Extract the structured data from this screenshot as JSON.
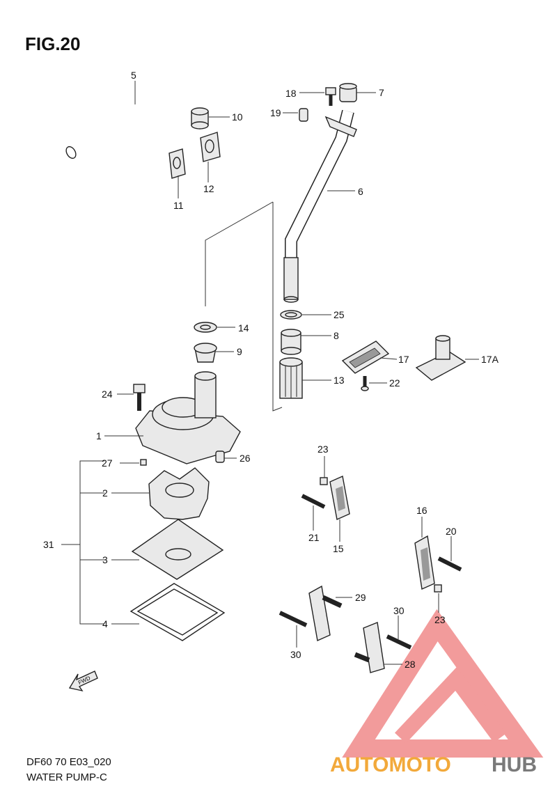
{
  "figure": {
    "title": "FIG.20"
  },
  "footer": {
    "model_code": "DF60 70 E03_020",
    "section_name": "WATER PUMP-C"
  },
  "fwd_arrow": {
    "text": "FWD"
  },
  "watermark": {
    "part_a": "AUTOMOTO",
    "part_b": "HUB",
    "color_a": "#f2a93b",
    "color_b": "#7a7a7a",
    "triangle_color": "#f08a8a"
  },
  "part_labels": {
    "p1": "1",
    "p2": "2",
    "p3": "3",
    "p4": "4",
    "p5": "5",
    "p6": "6",
    "p7": "7",
    "p8": "8",
    "p9": "9",
    "p10": "10",
    "p11": "11",
    "p12": "12",
    "p13": "13",
    "p14": "14",
    "p15": "15",
    "p16": "16",
    "p17": "17",
    "p17a": "17A",
    "p18": "18",
    "p19": "19",
    "p20": "20",
    "p21": "21",
    "p22": "22",
    "p23a": "23",
    "p23b": "23",
    "p24": "24",
    "p25": "25",
    "p26": "26",
    "p27": "27",
    "p28": "28",
    "p29": "29",
    "p30a": "30",
    "p30b": "30",
    "p31": "31"
  }
}
